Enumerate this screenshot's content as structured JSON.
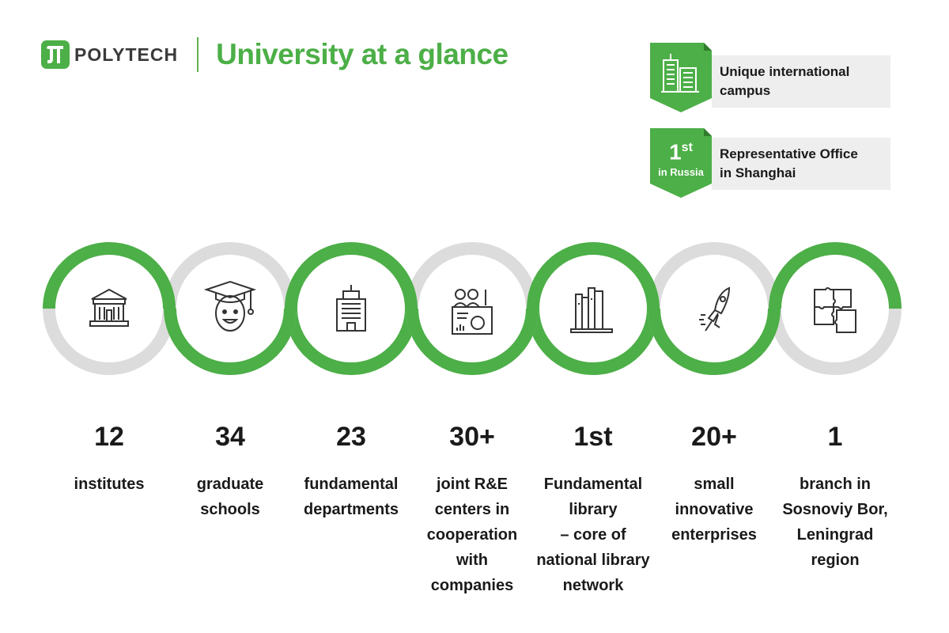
{
  "header": {
    "brand": "POLYTECH",
    "title": "University at a glance"
  },
  "badges": [
    {
      "icon": "buildings-icon",
      "text_line1": "Unique international",
      "text_line2": "campus"
    },
    {
      "rank": "1",
      "rank_suffix": "st",
      "rank_sub": "in Russia",
      "text_line1": "Representative Office",
      "text_line2": "in Shanghai"
    }
  ],
  "colors": {
    "accent": "#4caf47",
    "ring_gray": "#dcdcdc",
    "badge_bg": "#eeeeee"
  },
  "stats": [
    {
      "icon": "institute-building-icon",
      "number": "12",
      "lines": [
        "institutes"
      ]
    },
    {
      "icon": "graduate-student-icon",
      "number": "34",
      "lines": [
        "graduate",
        "schools"
      ]
    },
    {
      "icon": "office-tower-icon",
      "number": "23",
      "lines": [
        "fundamental",
        "departments"
      ]
    },
    {
      "icon": "research-team-icon",
      "number": "30+",
      "lines": [
        "joint R&E",
        "centers in",
        "cooperation",
        "with",
        "companies"
      ]
    },
    {
      "icon": "library-books-icon",
      "number": "1st",
      "lines": [
        "Fundamental",
        "library",
        "– core of",
        "national library",
        "network"
      ]
    },
    {
      "icon": "rocket-startup-icon",
      "number": "20+",
      "lines": [
        "small",
        "innovative",
        "enterprises"
      ]
    },
    {
      "icon": "puzzle-icon",
      "number": "1",
      "lines": [
        "branch in",
        "Sosnoviy Bor,",
        "Leningrad",
        "region"
      ]
    }
  ]
}
